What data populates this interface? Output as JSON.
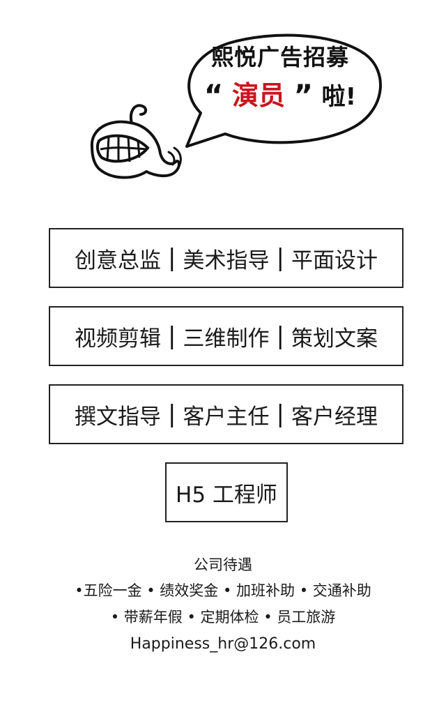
{
  "header": {
    "title_line1": "熙悦广告招募",
    "open_quote": "“",
    "role_word": "演员",
    "close_quote": "”",
    "suffix": "啦!",
    "accent_color": "#c8161d"
  },
  "jobs": {
    "row1": [
      "创意总监",
      "美术指导",
      "平面设计"
    ],
    "row2": [
      "视频剪辑",
      "三维制作",
      "策划文案"
    ],
    "row3": [
      "撰文指导",
      "客户主任",
      "客户经理"
    ],
    "row4": [
      "H5 工程师"
    ],
    "separator": "|"
  },
  "benefits": {
    "title": "公司待遇",
    "line1": "•五险一金 • 绩效奖金 • 加班补助 • 交通补助",
    "line2": "• 带薪年假 • 定期体检 • 员工旅游",
    "email": "Happiness_hr@126.com"
  },
  "icons": {
    "mascot": "grinning-creature-icon",
    "speech_bubble": "speech-bubble-icon"
  }
}
